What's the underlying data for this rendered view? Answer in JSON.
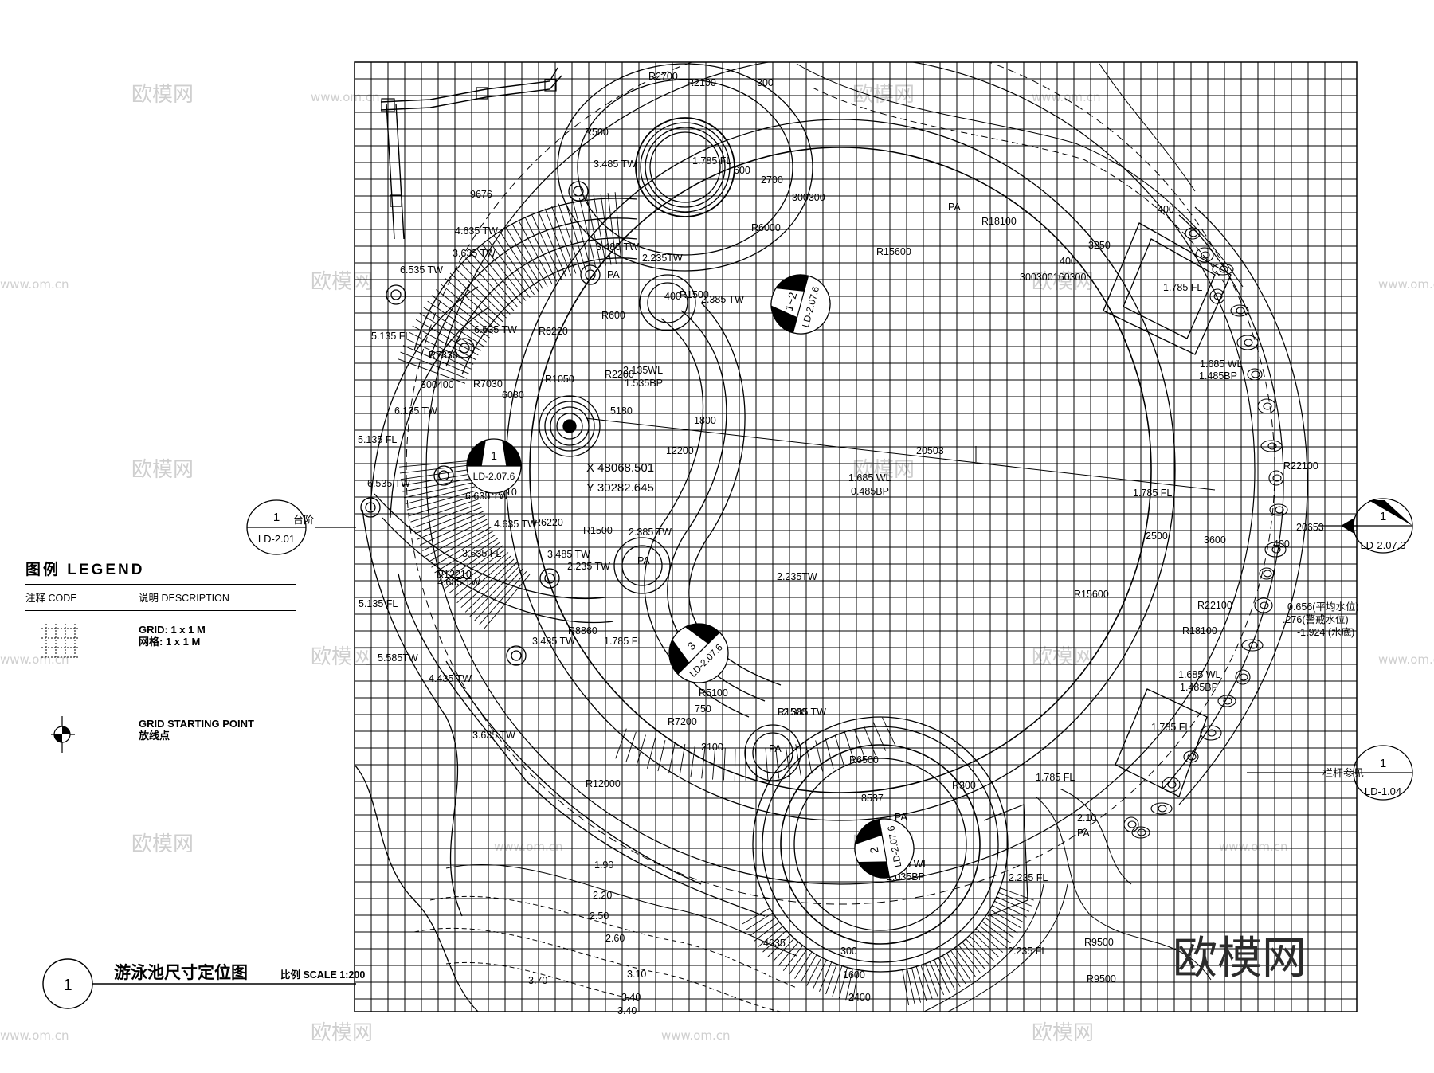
{
  "legend": {
    "title": "图例 LEGEND",
    "col_code": "注释 CODE",
    "col_desc": "说明 DESCRIPTION",
    "grid_desc_en": "GRID: 1 x 1 M",
    "grid_desc_cn": "网格: 1 x 1 M",
    "start_desc_en": "GRID STARTING POINT",
    "start_desc_cn": "放线点"
  },
  "title_block": {
    "number": "1",
    "title": "游泳池尺寸定位图",
    "scale": "比例 SCALE 1:200"
  },
  "callouts": {
    "left_step": {
      "num": "1",
      "ref": "LD-2.01",
      "label": "台阶"
    },
    "right_section": {
      "num": "1",
      "ref": "LD-2.07.3"
    },
    "railing": {
      "num": "1",
      "ref": "LD-1.04",
      "label": "栏杆参见"
    },
    "sec_1": {
      "num": "1",
      "ref": "LD-2.07.6"
    },
    "sec_12": {
      "num": "1~2",
      "ref": "LD-2.07.6"
    },
    "sec_3": {
      "num": "3",
      "ref": "LD-2.07.6"
    },
    "sec_2": {
      "num": "2",
      "ref": "LD-2.07.6"
    }
  },
  "coordinates": {
    "x": "X 48068.501",
    "y": "Y 30282.645"
  },
  "levels": {
    "pool_wl": "1.685 WL",
    "pool_bp": "0.485BP",
    "water_avg": "0.656(平均水位)",
    "water_warn": ".276(警戒水位)",
    "water_bottom": "-1.924 (水底)"
  },
  "watermarks": {
    "brand": "欧模网",
    "site": "www.om.cn",
    "big": "欧模网"
  },
  "annotations": [
    {
      "t": "1.785 FL"
    },
    {
      "t": "R2700"
    },
    {
      "t": "R2100"
    },
    {
      "t": "300"
    },
    {
      "t": "R500"
    },
    {
      "t": "3.485 TW"
    },
    {
      "t": "600"
    },
    {
      "t": "2700"
    },
    {
      "t": "300300"
    },
    {
      "t": "9676"
    },
    {
      "t": "4.635 TW"
    },
    {
      "t": "3.635 TW"
    },
    {
      "t": "6.535 TW"
    },
    {
      "t": "3.485 TW"
    },
    {
      "t": "2.235TW"
    },
    {
      "t": "R6000"
    },
    {
      "t": "R15600"
    },
    {
      "t": "R18100"
    },
    {
      "t": "300300160300"
    },
    {
      "t": "3250"
    },
    {
      "t": "400"
    },
    {
      "t": "1.785 FL"
    },
    {
      "t": "5.135 FL"
    },
    {
      "t": "6.635 TW"
    },
    {
      "t": "R7330"
    },
    {
      "t": "R6220"
    },
    {
      "t": "R600"
    },
    {
      "t": "R1500"
    },
    {
      "t": "2.385 TW"
    },
    {
      "t": "300400"
    },
    {
      "t": "R7030"
    },
    {
      "t": "6080"
    },
    {
      "t": "R1050"
    },
    {
      "t": "R2200"
    },
    {
      "t": "2.135WL"
    },
    {
      "t": "1.535BP"
    },
    {
      "t": "6.135 TW"
    },
    {
      "t": "5180"
    },
    {
      "t": "1800"
    },
    {
      "t": "12200"
    },
    {
      "t": "20503"
    },
    {
      "t": "1.685 WL"
    },
    {
      "t": "1.485BP"
    },
    {
      "t": "R22100"
    },
    {
      "t": "5.135 FL"
    },
    {
      "t": "6.535 TW"
    },
    {
      "t": "6.635 TW"
    },
    {
      "t": "R6510"
    },
    {
      "t": "4.635 TW"
    },
    {
      "t": "R6220"
    },
    {
      "t": "R1500"
    },
    {
      "t": "2.385 TW"
    },
    {
      "t": "1.785 FL"
    },
    {
      "t": "2500"
    },
    {
      "t": "3600"
    },
    {
      "t": "20653"
    },
    {
      "t": "3.635 FL"
    },
    {
      "t": "3.485 TW"
    },
    {
      "t": "2.235 TW"
    },
    {
      "t": "2.235TW"
    },
    {
      "t": "R12210"
    },
    {
      "t": "4.635 TW"
    },
    {
      "t": "R15600"
    },
    {
      "t": "R22100"
    },
    {
      "t": "R18100"
    },
    {
      "t": "5.135 FL"
    },
    {
      "t": "R8860"
    },
    {
      "t": "3.485 TW"
    },
    {
      "t": "1.785 FL"
    },
    {
      "t": "5.585TW"
    },
    {
      "t": "4.435 TW"
    },
    {
      "t": "1.685 WL"
    },
    {
      "t": "1.485BP"
    },
    {
      "t": "R5100"
    },
    {
      "t": "R7200"
    },
    {
      "t": "R1500"
    },
    {
      "t": "2.385 TW"
    },
    {
      "t": "750"
    },
    {
      "t": "1.785 FL"
    },
    {
      "t": "3.635 TW"
    },
    {
      "t": "R12000"
    },
    {
      "t": "2100"
    },
    {
      "t": "R6500"
    },
    {
      "t": "8587"
    },
    {
      "t": "R300"
    },
    {
      "t": "1.785 FL"
    },
    {
      "t": "2.10"
    },
    {
      "t": "1.90"
    },
    {
      "t": "2.20"
    },
    {
      "t": "2.50"
    },
    {
      "t": "2.60"
    },
    {
      "t": "1.685 WL"
    },
    {
      "t": "1.035BP"
    },
    {
      "t": "2.235 FL"
    },
    {
      "t": "3.10"
    },
    {
      "t": "3.70"
    },
    {
      "t": "3.40"
    },
    {
      "t": "3.40"
    },
    {
      "t": "R9500"
    },
    {
      "t": "R9500"
    },
    {
      "t": "2.235 FL"
    },
    {
      "t": "300"
    },
    {
      "t": "1600"
    },
    {
      "t": "2400"
    },
    {
      "t": "4635"
    },
    {
      "t": "PA"
    },
    {
      "t": "PA"
    },
    {
      "t": "PA"
    },
    {
      "t": "PA"
    },
    {
      "t": "PA"
    },
    {
      "t": "PA"
    },
    {
      "t": "PA"
    },
    {
      "t": "400"
    },
    {
      "t": "400"
    },
    {
      "t": "400"
    }
  ]
}
